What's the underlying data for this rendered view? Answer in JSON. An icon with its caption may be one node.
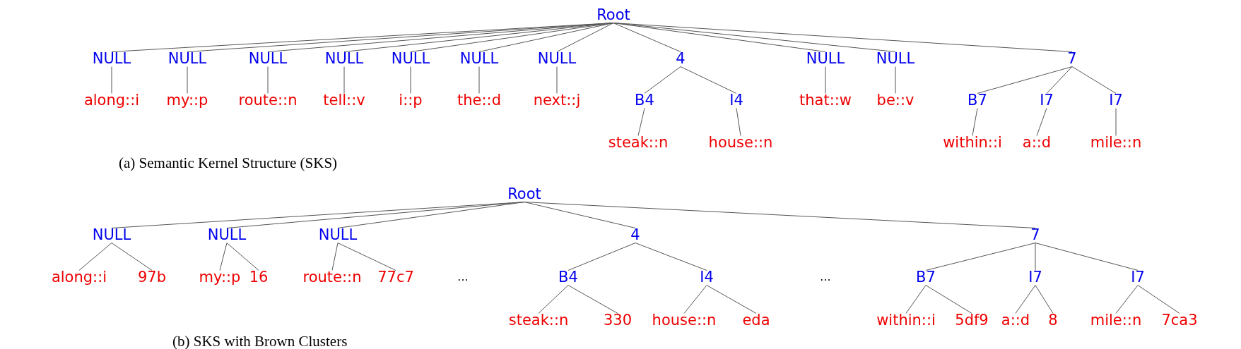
{
  "diagram": {
    "nodes": [
      {
        "text": [
          "Root"
        ]
      },
      {
        "text": [
          "NULL"
        ]
      },
      {
        "text": [
          "NULL"
        ]
      },
      {
        "text": [
          "NULL"
        ]
      },
      {
        "text": [
          "NULL"
        ]
      },
      {
        "text": [
          "NULL"
        ]
      },
      {
        "text": [
          "NULL"
        ]
      },
      {
        "text": [
          "NULL"
        ]
      },
      {
        "text": [
          "4"
        ]
      },
      {
        "text": [
          "NULL"
        ]
      },
      {
        "text": [
          "NULL"
        ]
      },
      {
        "text": [
          "7"
        ]
      },
      {
        "text": [
          "along::i"
        ]
      },
      {
        "text": [
          "my::p"
        ]
      },
      {
        "text": [
          "route::n"
        ]
      },
      {
        "text": [
          "tell::v"
        ]
      },
      {
        "text": [
          "i::p"
        ]
      },
      {
        "text": [
          "the::d"
        ]
      },
      {
        "text": [
          "next::j"
        ]
      },
      {
        "text": [
          "B4"
        ]
      },
      {
        "text": [
          "I4"
        ]
      },
      {
        "text": [
          "that::w"
        ]
      },
      {
        "text": [
          "be::v"
        ]
      },
      {
        "text": [
          "B7"
        ]
      },
      {
        "text": [
          "I7"
        ]
      },
      {
        "text": [
          "I7"
        ]
      },
      {
        "text": [
          "steak::n"
        ]
      },
      {
        "text": [
          "house::n"
        ]
      },
      {
        "text": [
          "within::i"
        ]
      },
      {
        "text": [
          "a::d"
        ]
      },
      {
        "text": [
          "mile::n"
        ]
      },
      {
        "text": [
          "Root"
        ]
      },
      {
        "text": [
          "NULL"
        ]
      },
      {
        "text": [
          "NULL"
        ]
      },
      {
        "text": [
          "NULL"
        ]
      },
      {
        "text": [
          "4"
        ]
      },
      {
        "text": [
          "7"
        ]
      },
      {
        "text": [
          "along::i"
        ]
      },
      {
        "text": [
          "97b"
        ]
      },
      {
        "text": [
          "my::p"
        ]
      },
      {
        "text": [
          "16"
        ]
      },
      {
        "text": [
          "route::n"
        ]
      },
      {
        "text": [
          "77c7"
        ]
      },
      {
        "text": [
          "B4"
        ]
      },
      {
        "text": [
          "I4"
        ]
      },
      {
        "text": [
          "B7"
        ]
      },
      {
        "text": [
          "I7"
        ]
      },
      {
        "text": [
          "I7"
        ]
      },
      {
        "text": [
          "steak::n"
        ]
      },
      {
        "text": [
          "330"
        ]
      },
      {
        "text": [
          "house::n"
        ]
      },
      {
        "text": [
          "eda"
        ]
      },
      {
        "text": [
          "within::i"
        ]
      },
      {
        "text": [
          "5df9"
        ]
      },
      {
        "text": [
          "a::d"
        ]
      },
      {
        "text": [
          "8"
        ]
      },
      {
        "text": [
          "mile::n"
        ]
      },
      {
        "text": [
          "7ca3"
        ]
      }
    ],
    "edges": [
      {
        "from": 0,
        "to": 1,
        "arrow": "none"
      },
      {
        "from": 0,
        "to": 2,
        "arrow": "none"
      },
      {
        "from": 0,
        "to": 3,
        "arrow": "none"
      },
      {
        "from": 0,
        "to": 4,
        "arrow": "none"
      },
      {
        "from": 0,
        "to": 5,
        "arrow": "none"
      },
      {
        "from": 0,
        "to": 6,
        "arrow": "none"
      },
      {
        "from": 0,
        "to": 7,
        "arrow": "none"
      },
      {
        "from": 0,
        "to": 8,
        "arrow": "none"
      },
      {
        "from": 0,
        "to": 9,
        "arrow": "none"
      },
      {
        "from": 0,
        "to": 10,
        "arrow": "none"
      },
      {
        "from": 0,
        "to": 11,
        "arrow": "none"
      },
      {
        "from": 1,
        "to": 12,
        "arrow": "none"
      },
      {
        "from": 2,
        "to": 13,
        "arrow": "none"
      },
      {
        "from": 3,
        "to": 14,
        "arrow": "none"
      },
      {
        "from": 4,
        "to": 15,
        "arrow": "none"
      },
      {
        "from": 5,
        "to": 16,
        "arrow": "none"
      },
      {
        "from": 6,
        "to": 17,
        "arrow": "none"
      },
      {
        "from": 7,
        "to": 18,
        "arrow": "none"
      },
      {
        "from": 8,
        "to": 19,
        "arrow": "none"
      },
      {
        "from": 8,
        "to": 20,
        "arrow": "none"
      },
      {
        "from": 9,
        "to": 21,
        "arrow": "none"
      },
      {
        "from": 10,
        "to": 22,
        "arrow": "none"
      },
      {
        "from": 11,
        "to": 23,
        "arrow": "none"
      },
      {
        "from": 11,
        "to": 24,
        "arrow": "none"
      },
      {
        "from": 11,
        "to": 25,
        "arrow": "none"
      },
      {
        "from": 19,
        "to": 26,
        "arrow": "none"
      },
      {
        "from": 20,
        "to": 27,
        "arrow": "none"
      },
      {
        "from": 23,
        "to": 28,
        "arrow": "none"
      },
      {
        "from": 24,
        "to": 29,
        "arrow": "none"
      },
      {
        "from": 25,
        "to": 30,
        "arrow": "none"
      },
      {
        "from": 31,
        "to": 32,
        "arrow": "none"
      },
      {
        "from": 31,
        "to": 33,
        "arrow": "none"
      },
      {
        "from": 31,
        "to": 34,
        "arrow": "none"
      },
      {
        "from": 31,
        "to": 35,
        "arrow": "none"
      },
      {
        "from": 31,
        "to": 36,
        "arrow": "none"
      },
      {
        "from": 32,
        "to": 37,
        "arrow": "none"
      },
      {
        "from": 32,
        "to": 38,
        "arrow": "none"
      },
      {
        "from": 33,
        "to": 39,
        "arrow": "none"
      },
      {
        "from": 33,
        "to": 40,
        "arrow": "none"
      },
      {
        "from": 34,
        "to": 41,
        "arrow": "none"
      },
      {
        "from": 34,
        "to": 42,
        "arrow": "none"
      },
      {
        "from": 35,
        "to": 43,
        "arrow": "none"
      },
      {
        "from": 35,
        "to": 44,
        "arrow": "none"
      },
      {
        "from": 36,
        "to": 45,
        "arrow": "none"
      },
      {
        "from": 36,
        "to": 46,
        "arrow": "none"
      },
      {
        "from": 36,
        "to": 47,
        "arrow": "none"
      },
      {
        "from": 43,
        "to": 48,
        "arrow": "none"
      },
      {
        "from": 43,
        "to": 49,
        "arrow": "none"
      },
      {
        "from": 44,
        "to": 50,
        "arrow": "none"
      },
      {
        "from": 44,
        "to": 51,
        "arrow": "none"
      },
      {
        "from": 45,
        "to": 52,
        "arrow": "none"
      },
      {
        "from": 45,
        "to": 53,
        "arrow": "none"
      },
      {
        "from": 46,
        "to": 54,
        "arrow": "none"
      },
      {
        "from": 46,
        "to": 55,
        "arrow": "none"
      },
      {
        "from": 47,
        "to": 56,
        "arrow": "none"
      },
      {
        "from": 47,
        "to": 57,
        "arrow": "none"
      }
    ],
    "labels": [
      "(a) Semantic Kernel Structure (SKS)",
      "...",
      "...",
      "(b) SKS with Brown Clusters"
    ]
  }
}
